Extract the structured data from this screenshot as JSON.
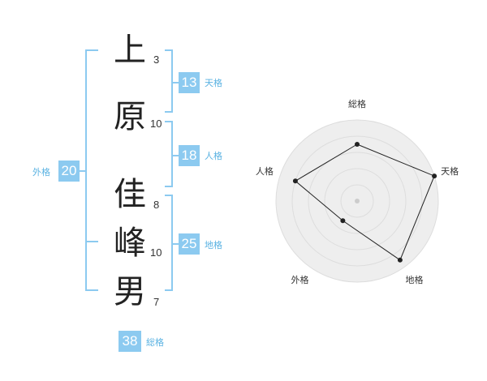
{
  "name": {
    "chars": [
      {
        "char": "上",
        "strokes": "3"
      },
      {
        "char": "原",
        "strokes": "10"
      },
      {
        "char": "佳",
        "strokes": "8"
      },
      {
        "char": "峰",
        "strokes": "10"
      },
      {
        "char": "男",
        "strokes": "7"
      }
    ]
  },
  "kaku": {
    "tenkaku": {
      "value": "13",
      "label": "天格"
    },
    "jinkaku": {
      "value": "18",
      "label": "人格"
    },
    "chikaku": {
      "value": "25",
      "label": "地格"
    },
    "gaikaku": {
      "value": "20",
      "label": "外格"
    },
    "soukaku": {
      "value": "38",
      "label": "総格"
    }
  },
  "colors": {
    "bracket": "#8ccaf0",
    "badge": "#8ccaf0",
    "label": "#5ab2e2",
    "fill": "#eeeeee",
    "stroke": "#222222"
  },
  "chart_data": {
    "type": "radar",
    "axes": [
      "総格",
      "天格",
      "地格",
      "外格",
      "人格"
    ],
    "values": [
      0.7,
      1.0,
      0.9,
      0.3,
      0.8
    ],
    "range": [
      0,
      1
    ],
    "rings": 5
  }
}
